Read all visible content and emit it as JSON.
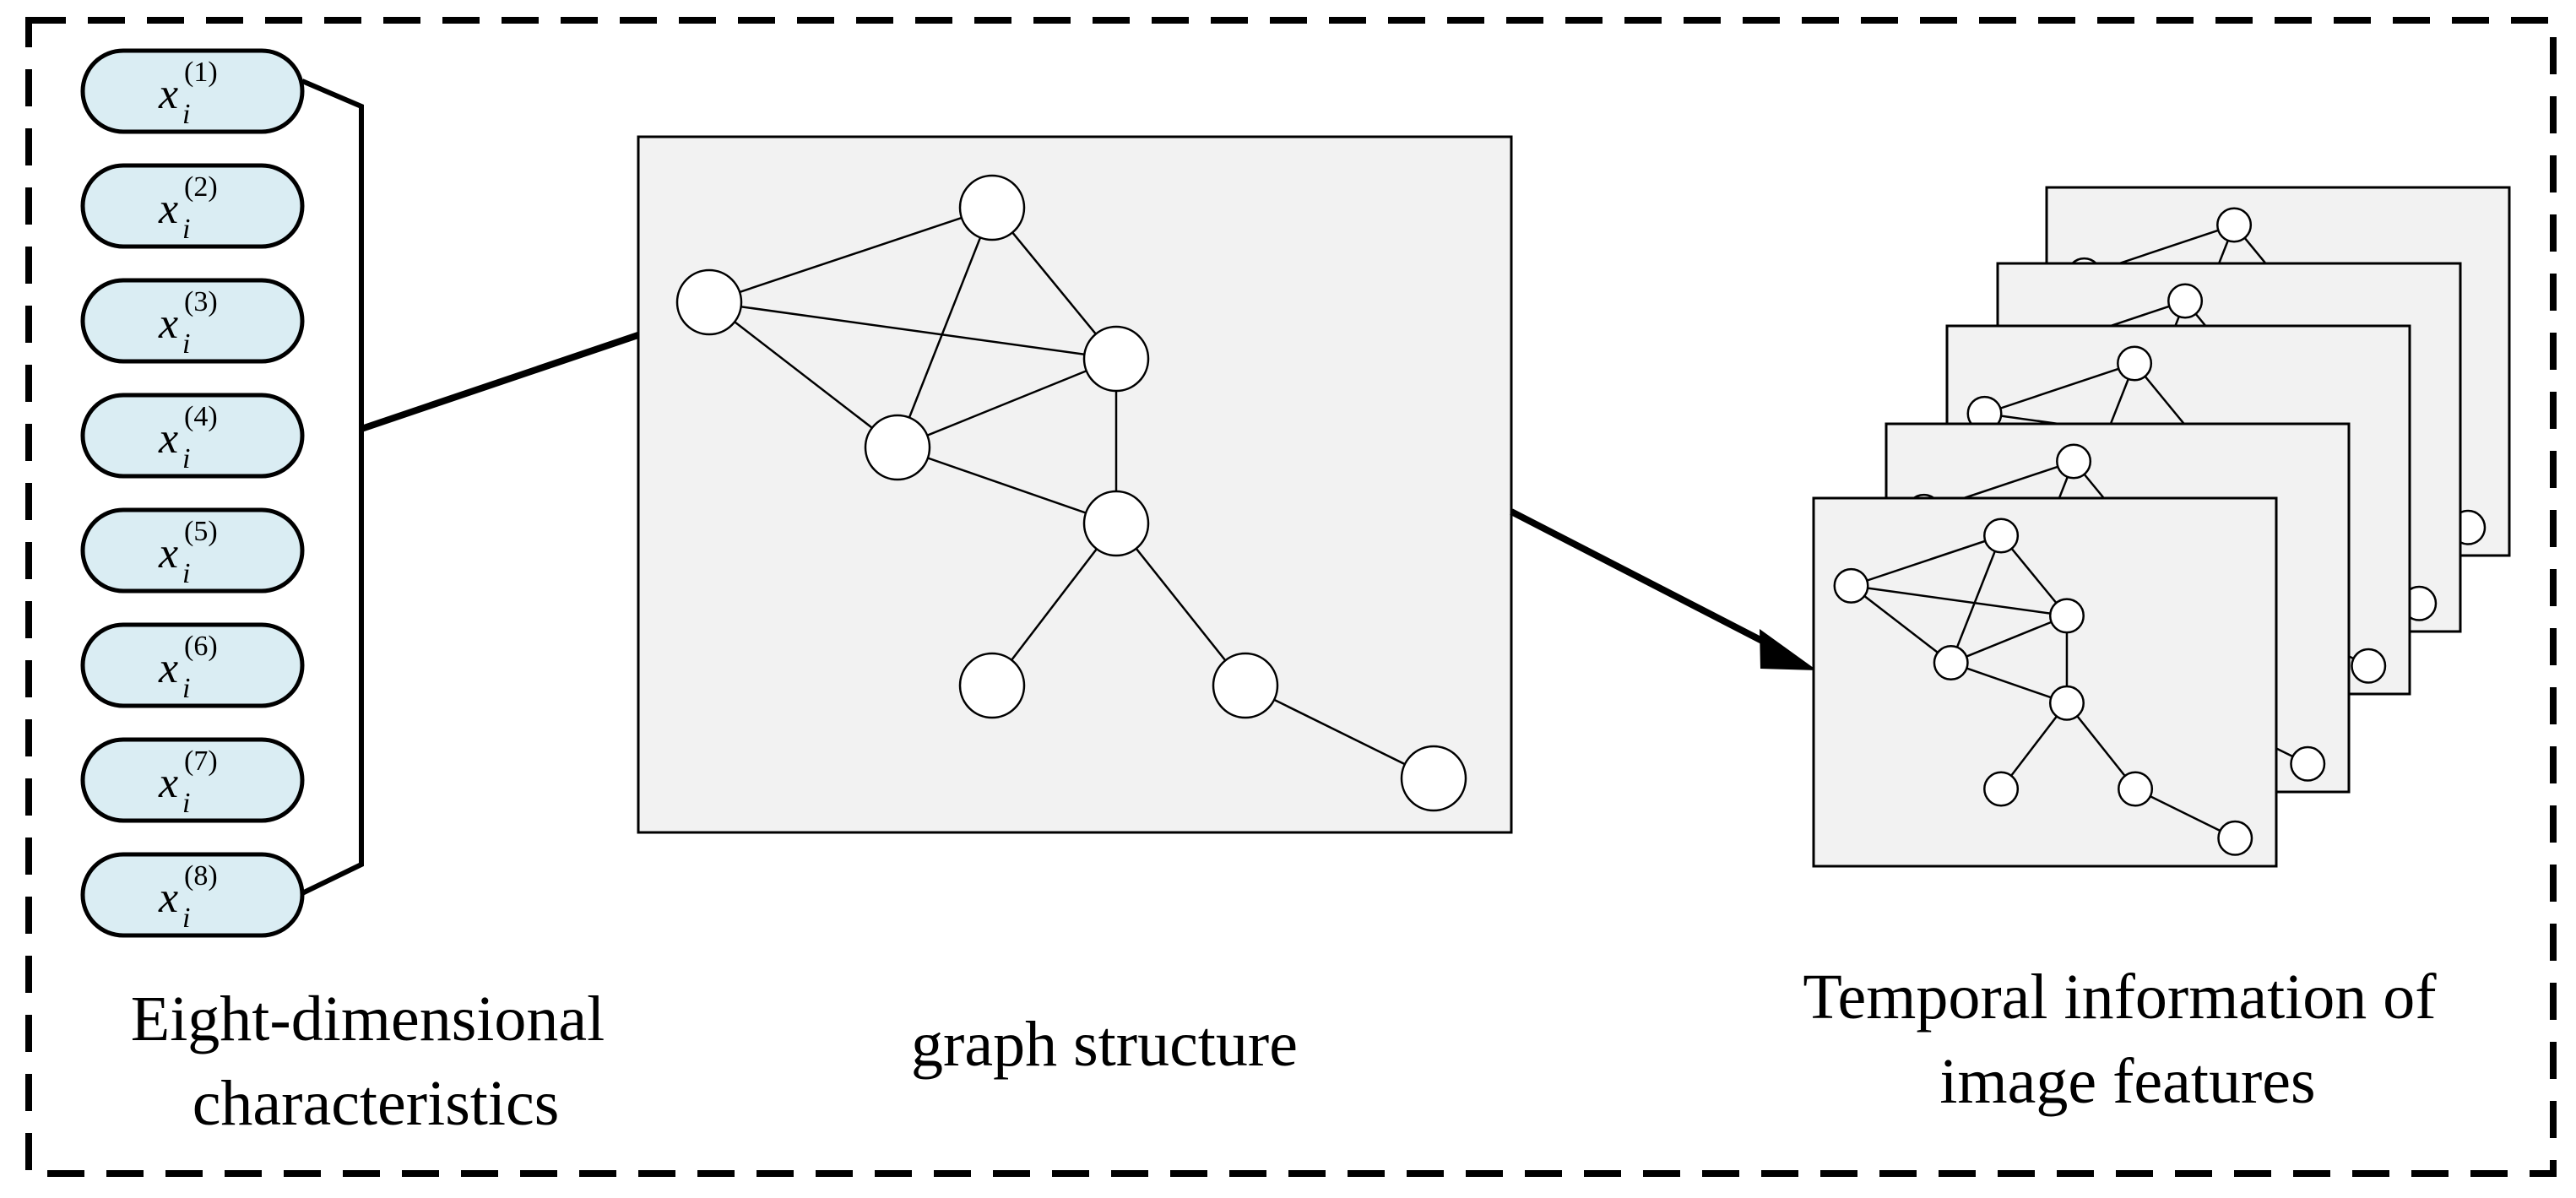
{
  "features": {
    "symbol": "x",
    "subscript": "i",
    "items": [
      "(1)",
      "(2)",
      "(3)",
      "(4)",
      "(5)",
      "(6)",
      "(7)",
      "(8)"
    ]
  },
  "captions": {
    "left": [
      "Eight-dimensional",
      "characteristics"
    ],
    "middle": [
      "graph structure"
    ],
    "right": [
      "Temporal information of",
      "image features"
    ]
  },
  "colors": {
    "pill_fill": "#daedf3",
    "panel_fill": "#f2f2f2",
    "stroke": "#000000"
  },
  "graph": {
    "nodes": [
      {
        "id": "a",
        "label": ""
      },
      {
        "id": "b",
        "label": ""
      },
      {
        "id": "c",
        "label": ""
      },
      {
        "id": "d",
        "label": ""
      },
      {
        "id": "e",
        "label": ""
      },
      {
        "id": "f",
        "label": ""
      },
      {
        "id": "g",
        "label": ""
      },
      {
        "id": "h",
        "label": ""
      }
    ],
    "edges": [
      [
        "a",
        "b"
      ],
      [
        "a",
        "c"
      ],
      [
        "a",
        "d"
      ],
      [
        "b",
        "d"
      ],
      [
        "b",
        "c"
      ],
      [
        "c",
        "d"
      ],
      [
        "d",
        "e"
      ],
      [
        "c",
        "e"
      ],
      [
        "e",
        "f"
      ],
      [
        "e",
        "g"
      ],
      [
        "g",
        "h"
      ]
    ]
  },
  "frames": {
    "count": 5
  }
}
